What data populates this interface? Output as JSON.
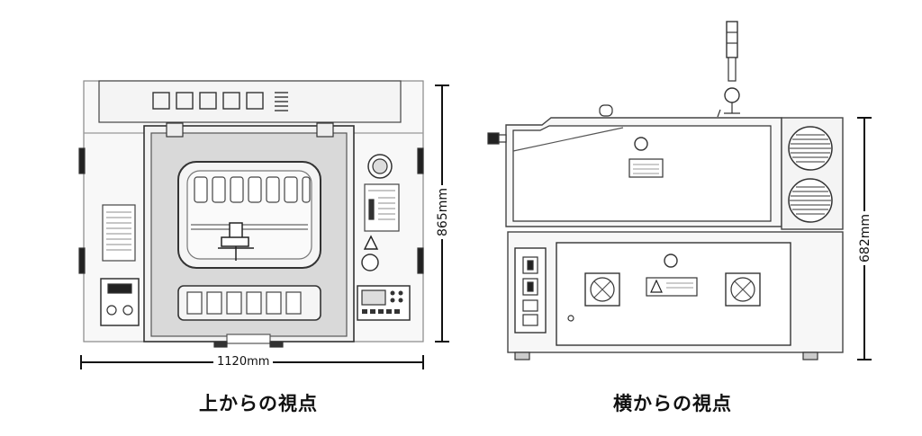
{
  "views": {
    "top": {
      "caption": "上からの視点",
      "width_dim": "1120mm",
      "height_dim": "865mm"
    },
    "side": {
      "caption": "横からの視点",
      "height_dim": "682mm"
    }
  }
}
